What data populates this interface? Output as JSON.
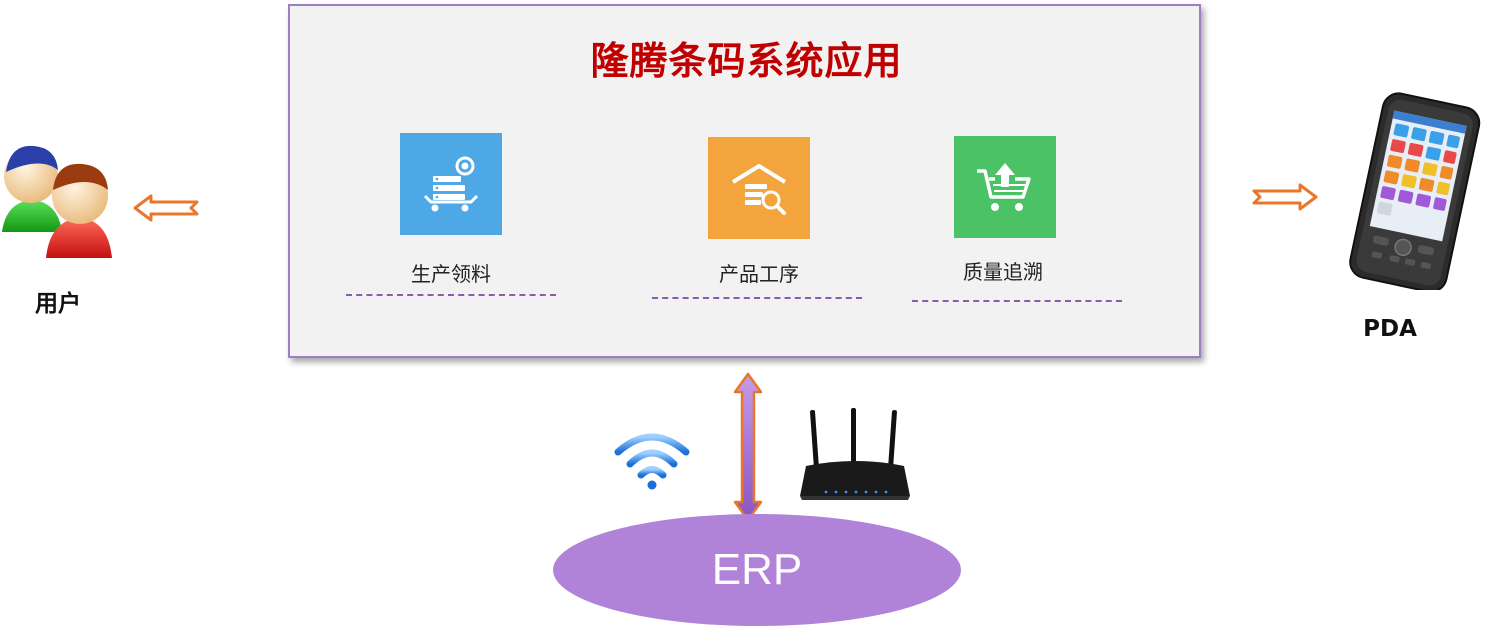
{
  "system": {
    "title": "隆腾条码系统应用",
    "modules": [
      {
        "label": "生产领料",
        "icon": "server-cart-icon",
        "color": "#4ea8e6"
      },
      {
        "label": "产品工序",
        "icon": "warehouse-search-icon",
        "color": "#f4a43c"
      },
      {
        "label": "质量追溯",
        "icon": "cart-upload-icon",
        "color": "#4cc266"
      }
    ]
  },
  "user": {
    "label": "用户",
    "icon": "users-icon"
  },
  "pda": {
    "label": "PDA",
    "icon": "pda-device-icon"
  },
  "erp": {
    "label": "ERP",
    "color": "#b083d8"
  },
  "network": {
    "wifi_icon": "wifi-icon",
    "router_icon": "router-icon"
  },
  "colors": {
    "title": "#c00000",
    "box_border": "#a07cc0",
    "arrow": "#e8772c",
    "link_arrow_fill": "#9a6ac8"
  }
}
